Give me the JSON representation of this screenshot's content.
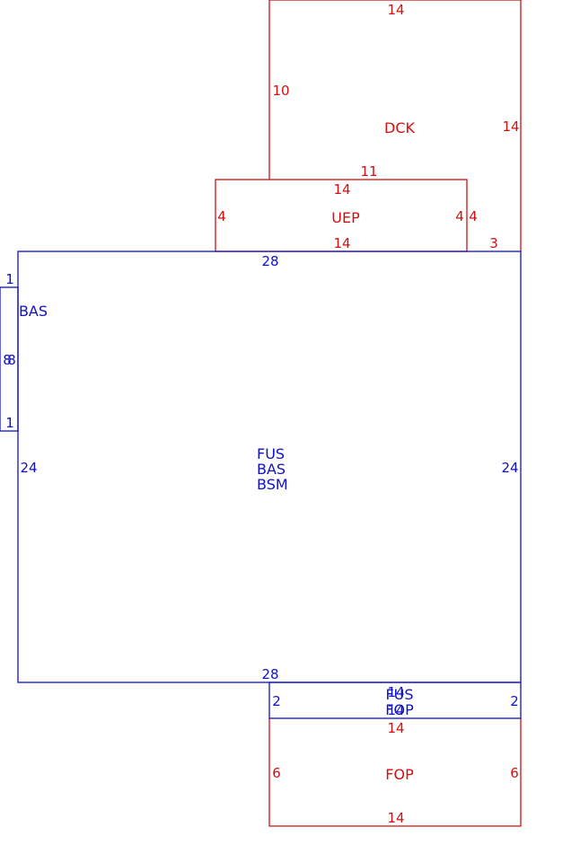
{
  "colors": {
    "red": "#d01010",
    "blue": "#1010c8"
  },
  "areas": {
    "dck": "DCK",
    "uep": "UEP",
    "bas_small": "BAS",
    "main": [
      "FUS",
      "BAS",
      "BSM"
    ],
    "fus_fop": [
      "FUS",
      "FOP"
    ],
    "fop": "FOP"
  },
  "dims": {
    "dck_top": "14",
    "dck_left": "10",
    "dck_right": "14",
    "dck_bottom": "11",
    "uep_top": "14",
    "uep_left": "4",
    "uep_right": "4",
    "uep_right_outer": "4",
    "uep_bottom": "14",
    "dck_step": "3",
    "main_top": "28",
    "main_left": "24",
    "main_right": "24",
    "main_bottom": "28",
    "bas_top": "1",
    "bas_left": "8",
    "bas_right": "8",
    "bas_bottom": "1",
    "fus_top": "14",
    "fus_bottom": "14",
    "fus_left": "2",
    "fus_right": "2",
    "fop_top": "14",
    "fop_left": "6",
    "fop_right": "6",
    "fop_bottom": "14"
  }
}
